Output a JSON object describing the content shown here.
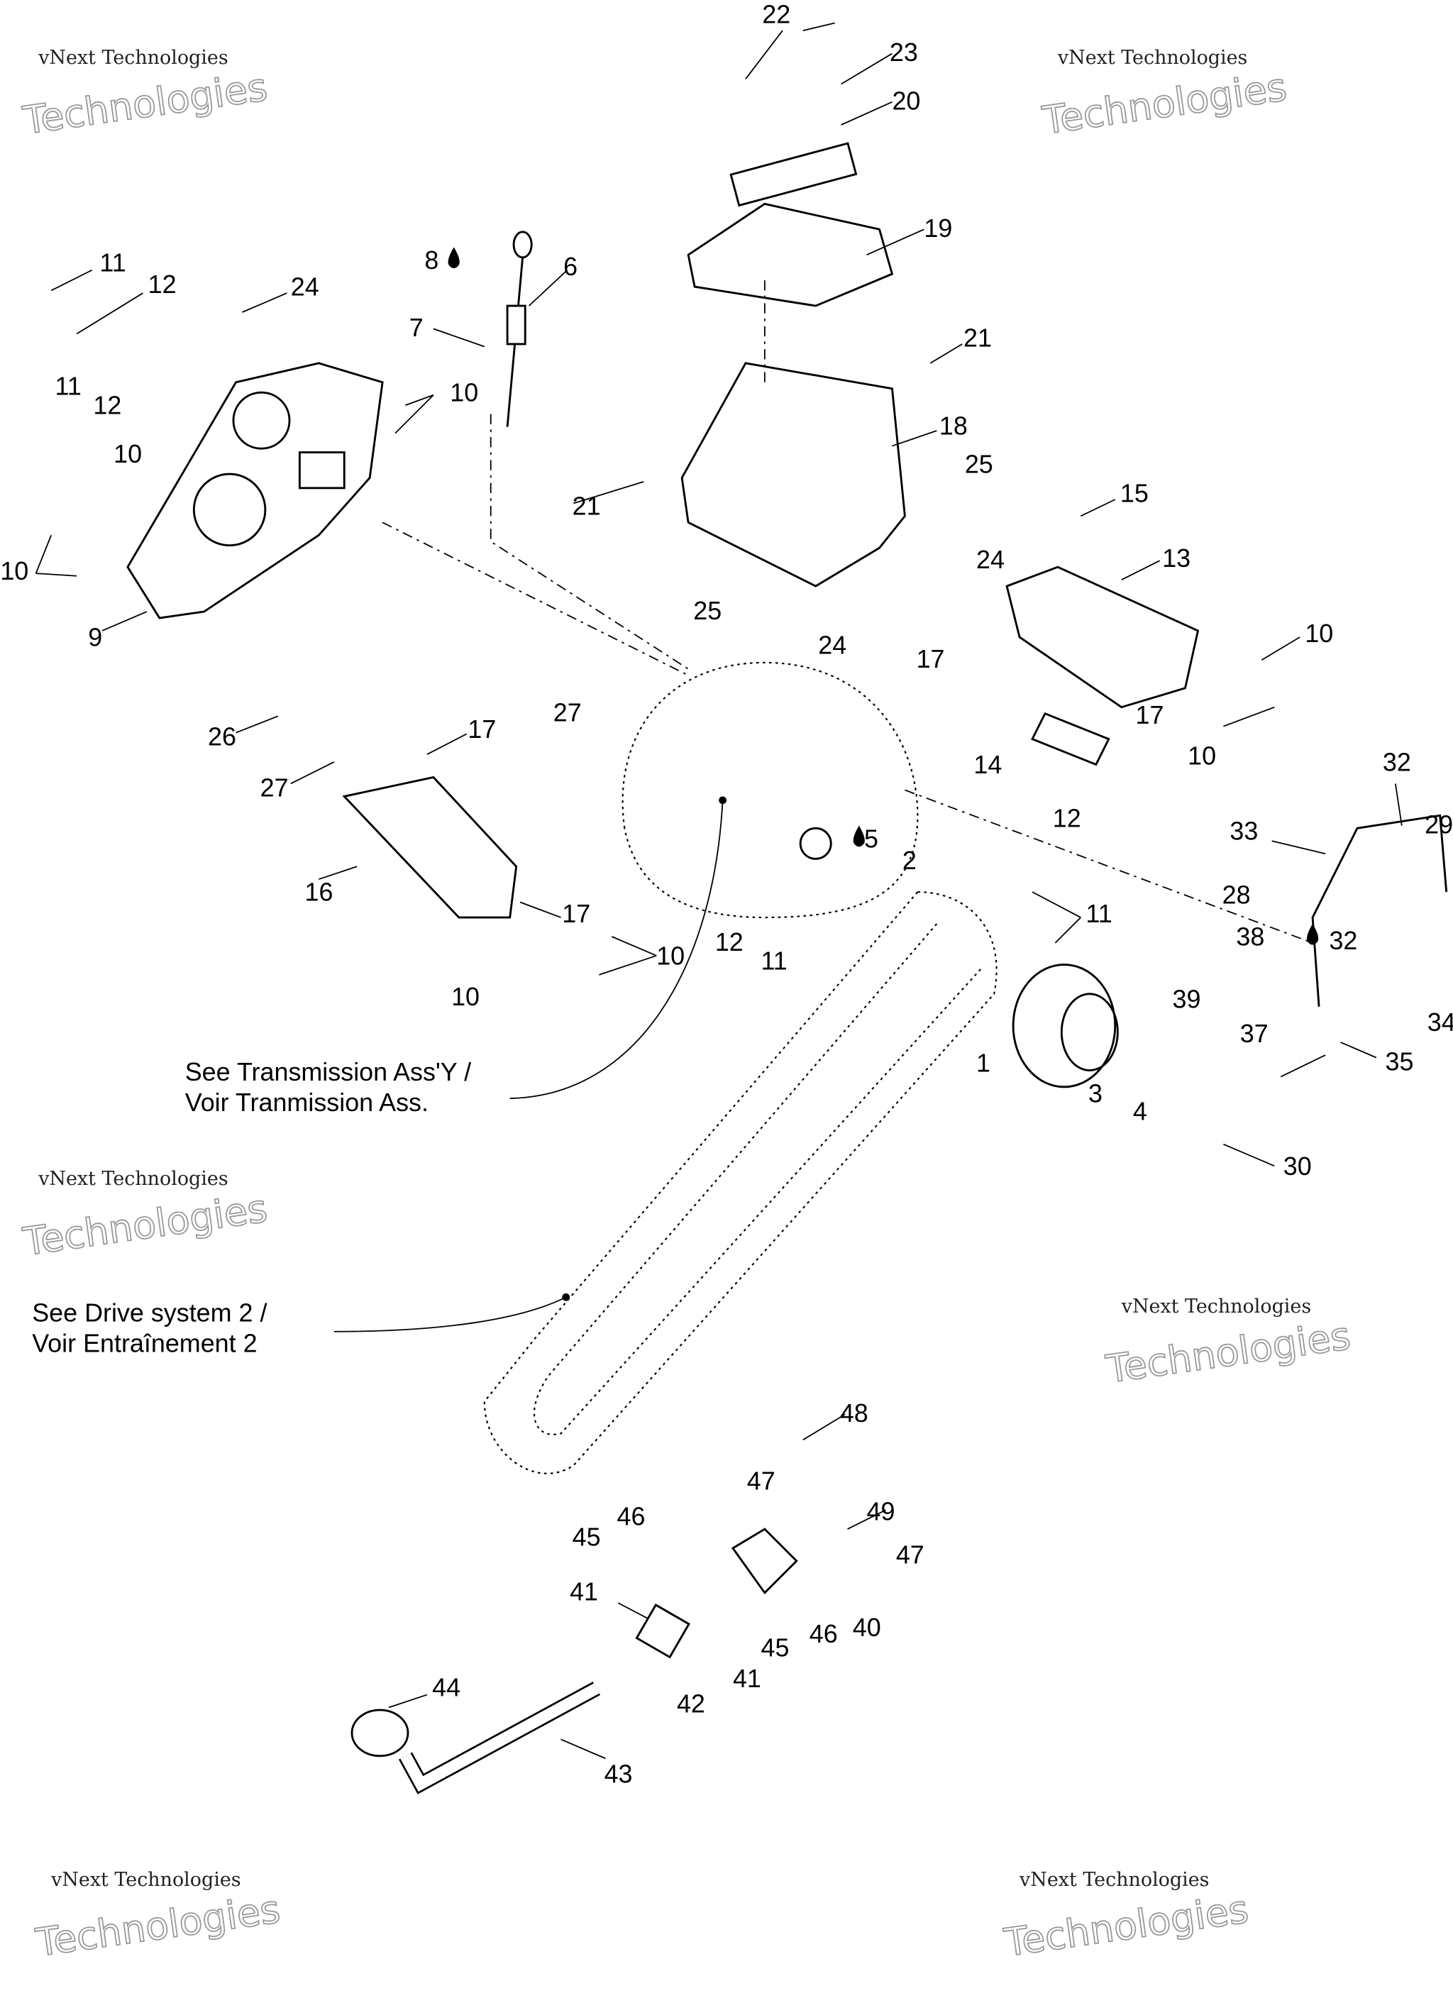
{
  "diagram": {
    "callouts": [
      "22",
      "23",
      "20",
      "19",
      "8",
      "6",
      "11",
      "12",
      "24",
      "7",
      "21",
      "11",
      "12",
      "10",
      "10",
      "18",
      "25",
      "21",
      "15",
      "13",
      "24",
      "10",
      "25",
      "24",
      "17",
      "10",
      "9",
      "26",
      "17",
      "27",
      "27",
      "17",
      "10",
      "14",
      "32",
      "12",
      "5",
      "2",
      "33",
      "29",
      "16",
      "17",
      "28",
      "11",
      "10",
      "12",
      "11",
      "32",
      "38",
      "10",
      "39",
      "37",
      "34",
      "35",
      "1",
      "3",
      "4",
      "30",
      "48",
      "47",
      "49",
      "46",
      "45",
      "47",
      "41",
      "40",
      "46",
      "45",
      "41",
      "44",
      "42",
      "43"
    ],
    "notes": {
      "transmission_en": "See Transmission Ass'Y /",
      "transmission_fr": "Voir Tranmission Ass.",
      "drive_en": "See Drive system 2 /",
      "drive_fr": "Voir Entraînement 2"
    },
    "watermark": {
      "line1": "vNext Technologies",
      "line2": "Technologies"
    }
  }
}
